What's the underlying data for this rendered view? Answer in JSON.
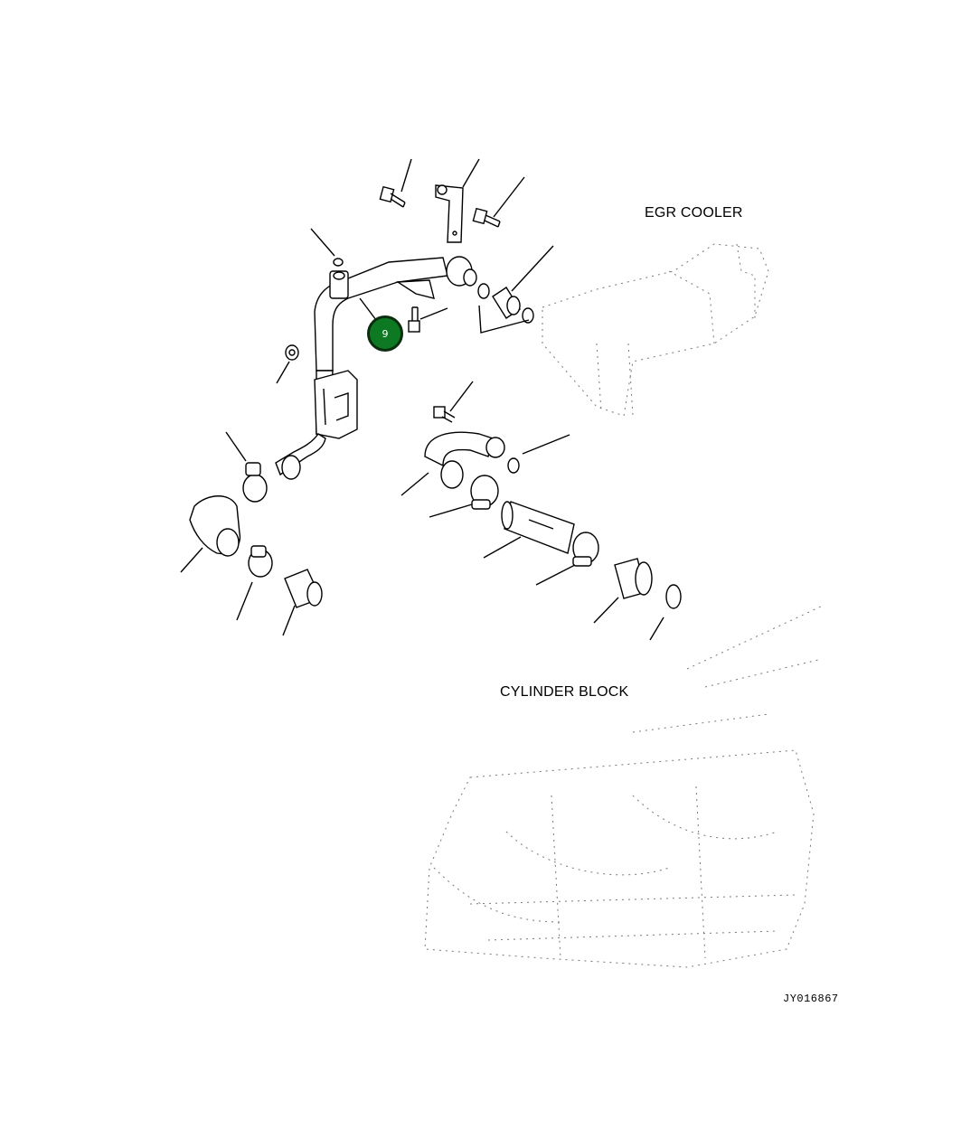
{
  "labels": {
    "egr_cooler": "EGR COOLER",
    "cylinder_block": "CYLINDER BLOCK",
    "drawing_code": "JY016867"
  },
  "callout": {
    "number": "9",
    "color": "#0d7a23"
  }
}
